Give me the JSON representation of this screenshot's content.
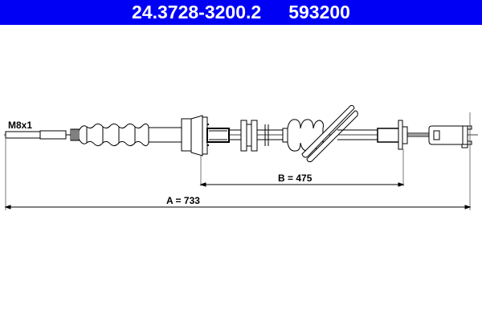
{
  "header": {
    "part_number": "24.3728-3200.2",
    "ref_number": "593200",
    "background_color": "#0000f5",
    "text_color": "#ffffff"
  },
  "diagram": {
    "type": "clutch cable technical drawing",
    "thread_label": "M8x1",
    "dimension_b": {
      "label": "B = 475",
      "name": "B",
      "value": 475
    },
    "dimension_a": {
      "label": "A = 733",
      "name": "A",
      "value": 733
    },
    "components": [
      "threaded-end",
      "adjuster-nut",
      "bellows-boot",
      "sleeve",
      "conical-mount",
      "threaded-ferrule",
      "double-washer",
      "spacer-clip",
      "bellows-boot-2",
      "angled-bracket",
      "end-ferrule",
      "clevis-fork"
    ]
  }
}
